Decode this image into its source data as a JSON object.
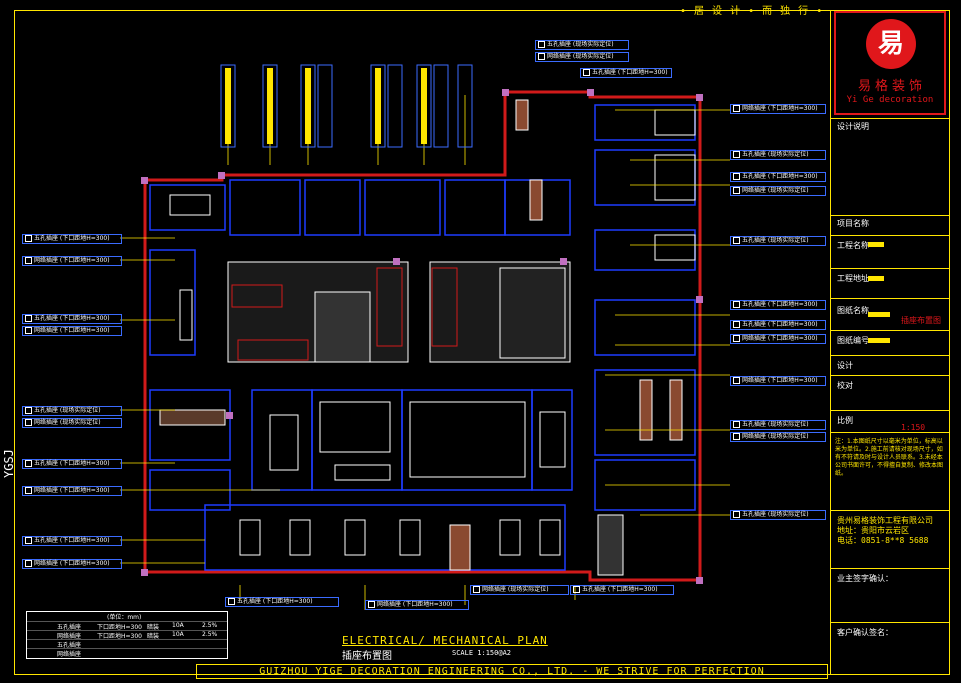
{
  "header": {
    "motto": "• 居 设 计 • 而 独 行 •"
  },
  "logo": {
    "glyph": "易",
    "name_cn": "易格装饰",
    "name_en": "Yi Ge decoration"
  },
  "side_code": "YGSJ",
  "plan": {
    "title": "ELECTRICAL/ MECHANICAL PLAN",
    "subtitle": "插座布置图",
    "scale": "SCALE 1:150@A2"
  },
  "footer": {
    "text": "GUIZHOU YIGE DECORATION ENGINEERING CO., LTD. - WE STRIVE FOR PERFECTION"
  },
  "title_block": {
    "rows": [
      {
        "label": "设计说明"
      },
      {
        "label": "项目名称"
      },
      {
        "label": "工程名称"
      },
      {
        "label": "工程地址"
      },
      {
        "label": "图纸名称"
      },
      {
        "label": "图纸编号"
      },
      {
        "label": "设计"
      },
      {
        "label": "校对"
      },
      {
        "label": "比例"
      }
    ],
    "drawing_name": "插座布置图",
    "scale_value": "1:150",
    "notes": "注：1.本图纸尺寸以毫米为单位，标高以米为单位。2.施工前请核对现场尺寸，如有不符请及时与设计人员联系。3.未经本公司书面许可，不得擅自复制、修改本图纸。",
    "company": "贵州易格装饰工程有限公司",
    "address": "地址：贵阳市云岩区",
    "phone": "电话：0851-8**8 5688",
    "sign_label": "业主签字确认：",
    "client_label": "客户确认签名："
  },
  "legend": {
    "header": "(单位：mm)",
    "rows": [
      {
        "name": "五孔插座",
        "spec": "下口距地H=300",
        "type": "暗装",
        "qty": "10A",
        "note": "2.5%"
      },
      {
        "name": "网络插座",
        "spec": "下口距地H=300",
        "type": "暗装",
        "qty": "10A",
        "note": "2.5%"
      },
      {
        "name": "五孔插座",
        "spec": "",
        "type": "",
        "qty": "",
        "note": ""
      },
      {
        "name": "网络插座",
        "spec": "",
        "type": "",
        "qty": "",
        "note": ""
      }
    ]
  },
  "tags": [
    "五孔插座 (下口距地H=300)",
    "网络插座 (下口距地H=300)",
    "五孔插座 (现场实际定位)",
    "网络插座 (现场实际定位)"
  ],
  "colors": {
    "wall": "#d11a1a",
    "partition": "#1e3cff",
    "annotation": "#ffe600",
    "furniture": "#ffffff",
    "accent": "#e0171b"
  }
}
